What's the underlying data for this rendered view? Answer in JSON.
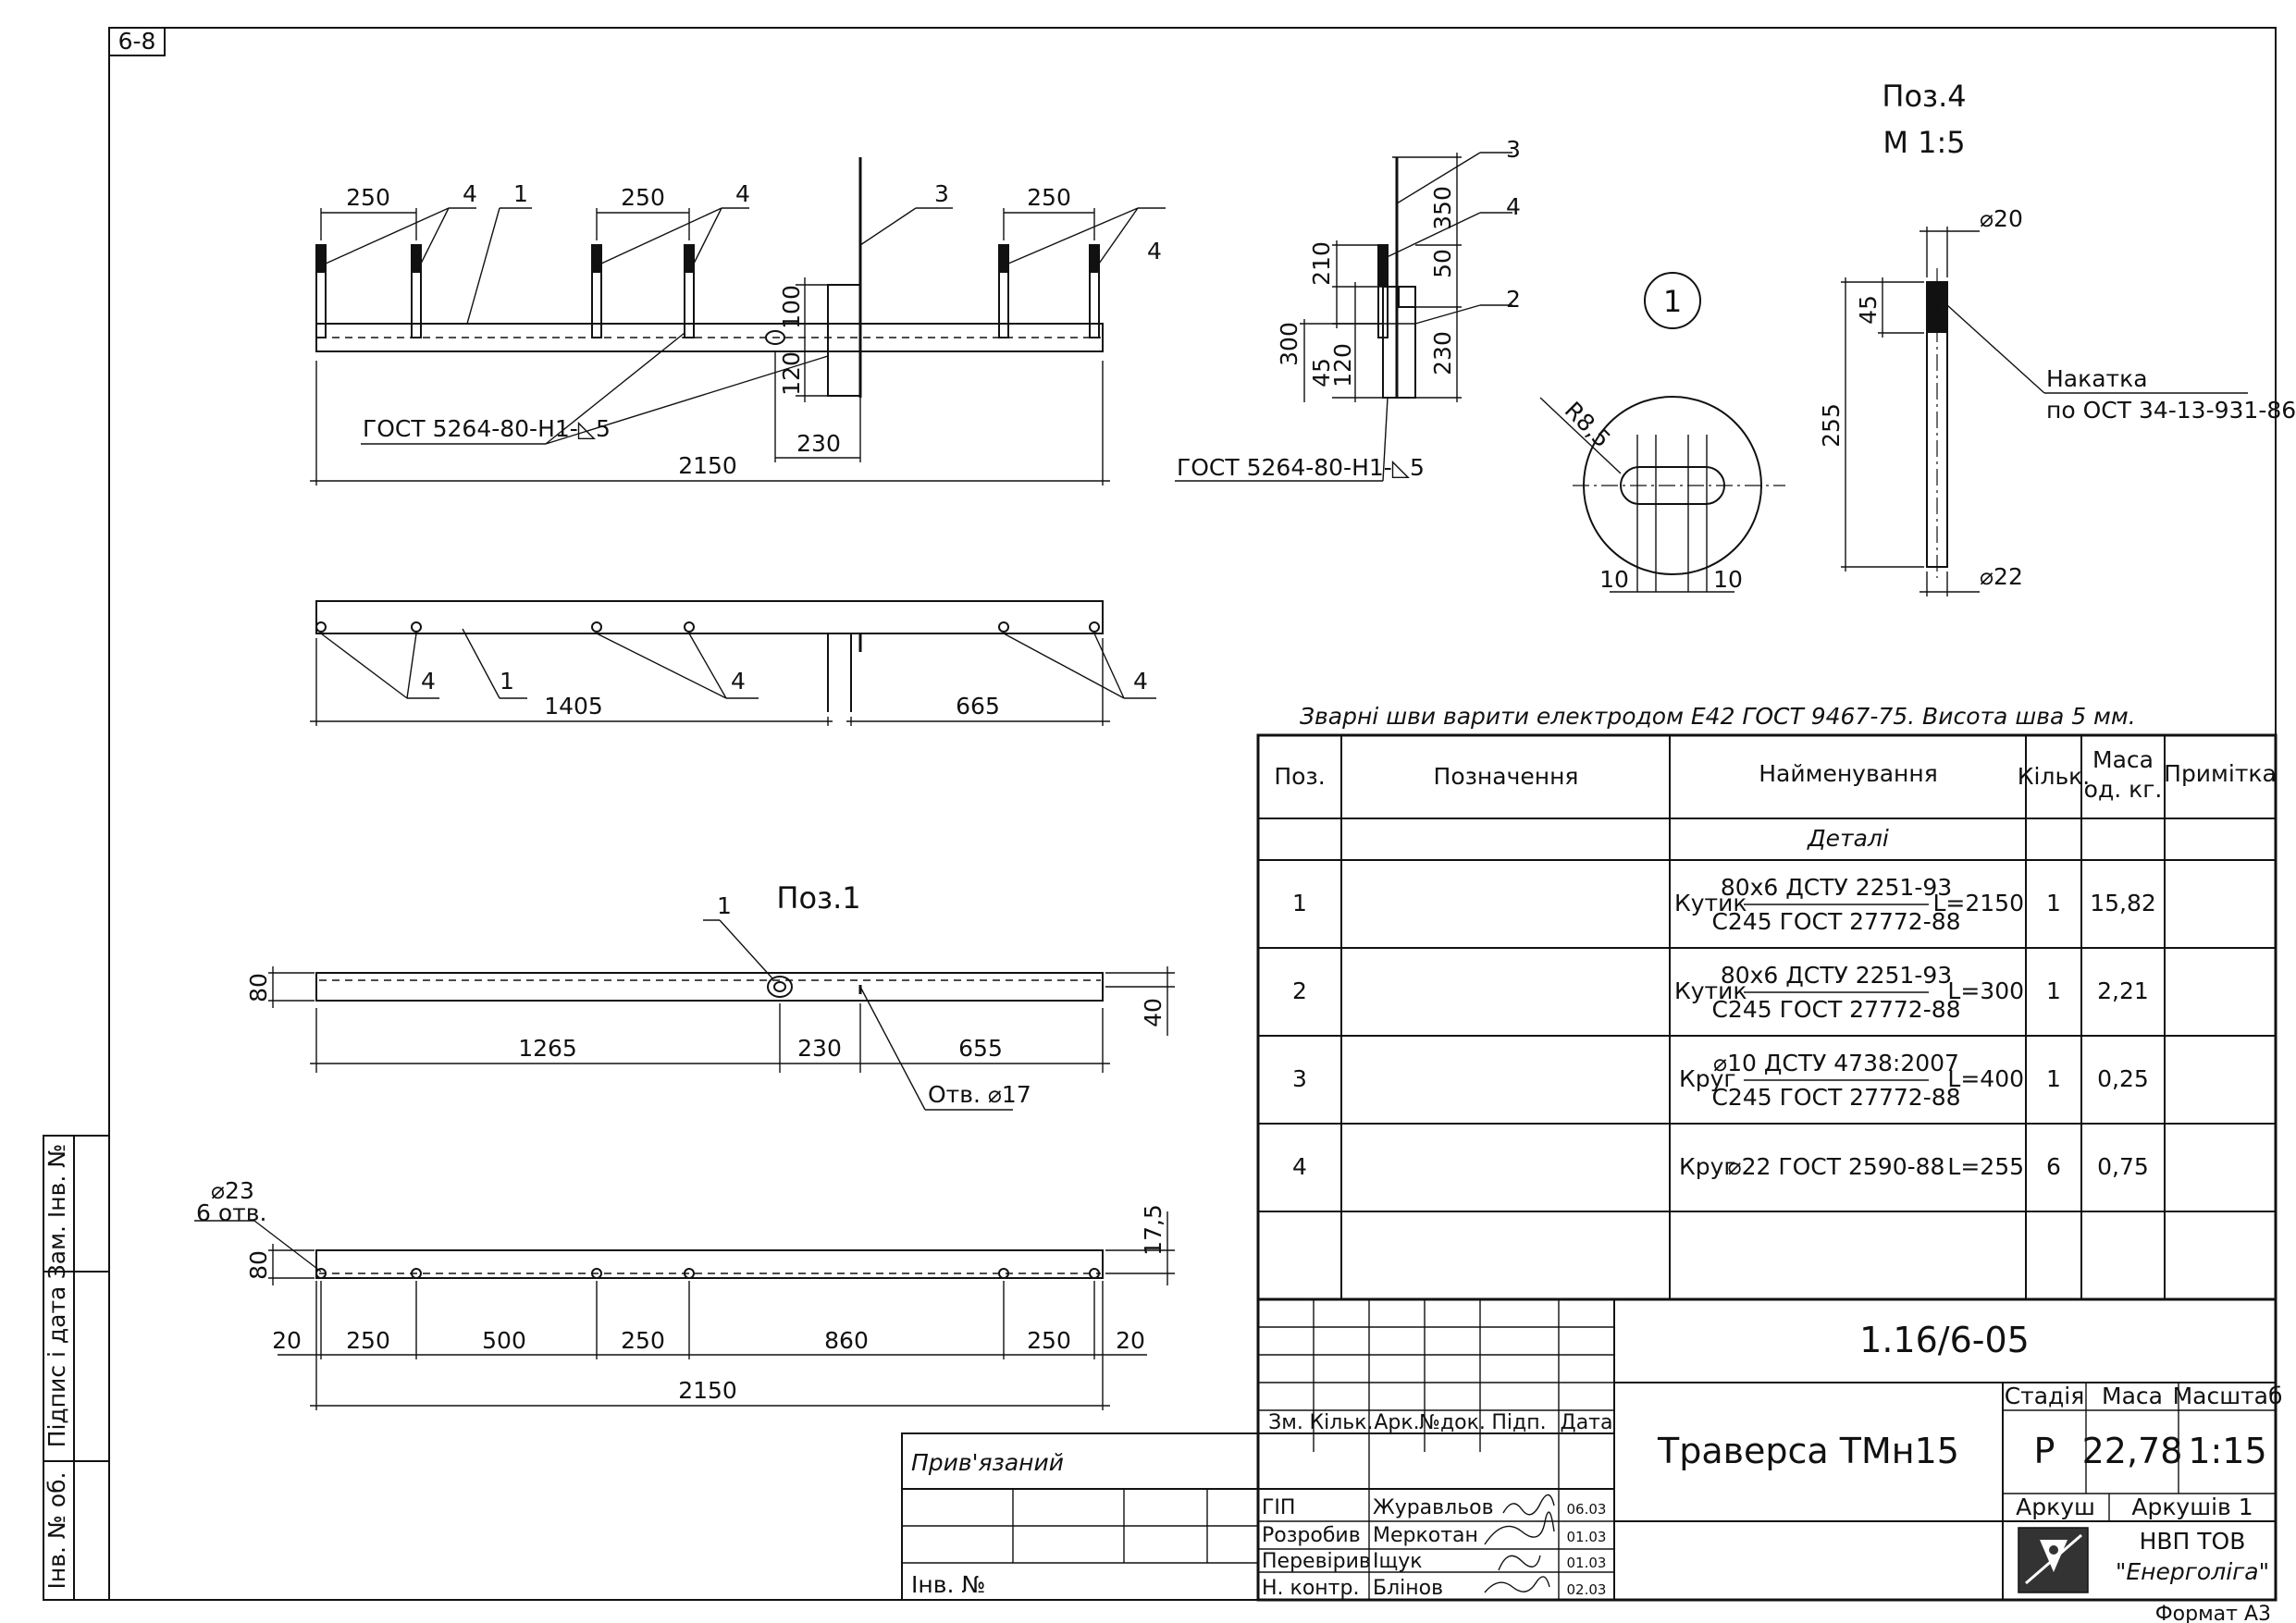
{
  "sheet": {
    "code": "6-8",
    "format_label": "Формат А3",
    "side_labels": [
      "Зам. Інв. №",
      "Підпис і дата",
      "Інв. № об."
    ]
  },
  "view_top": {
    "dims": [
      "250",
      "250",
      "250",
      "2150",
      "230",
      "100",
      "120"
    ],
    "leaders": [
      "4",
      "1",
      "4",
      "3",
      "4"
    ],
    "weld_note": "ГОСТ 5264-80-Н1-◺5"
  },
  "view_side": {
    "dims": [
      "210",
      "300",
      "45",
      "120",
      "350",
      "50",
      "230"
    ],
    "leaders": [
      "3",
      "4",
      "2"
    ],
    "weld_note": "ГОСТ 5264-80-Н1-◺5"
  },
  "detail_1": {
    "circle_label": "1",
    "radius_label": "R8,5",
    "dims": [
      "10",
      "10"
    ]
  },
  "poz4": {
    "title": "Поз.4",
    "scale": "М 1:5",
    "dims": [
      "⌀20",
      "45",
      "255",
      "⌀22"
    ],
    "note_line1": "Накатка",
    "note_line2": "по ОСТ 34-13-931-86"
  },
  "view_plan": {
    "leaders": [
      "4",
      "1",
      "4",
      "4"
    ],
    "dims": [
      "1405",
      "665"
    ]
  },
  "poz1": {
    "title": "Поз.1",
    "leader": "1",
    "dims_top": [
      "80",
      "1265",
      "230",
      "655",
      "40"
    ],
    "hole_note": "Отв. ⌀17",
    "hole_label_1": "⌀23",
    "hole_label_2": "6 отв.",
    "dims_bottom": [
      "80",
      "17,5",
      "20",
      "250",
      "500",
      "250",
      "860",
      "250",
      "20",
      "2150"
    ]
  },
  "weld_requirements": "Зварні шви варити електродом Е42 ГОСТ 9467-75. Висота шва 5 мм.",
  "spec_table": {
    "headers": [
      "Поз.",
      "Позначення",
      "Найменування",
      "Кільк.",
      "Маса од. кг.",
      "Примітка"
    ],
    "header_mass_1": "Маса",
    "header_mass_2": "од. кг.",
    "section": "Деталі",
    "rows": [
      {
        "pos": "1",
        "name": "Кутик",
        "top": "80х6 ДСТУ 2251-93",
        "bottom": "С245 ГОСТ 27772-88",
        "length": "L=2150",
        "qty": "1",
        "mass": "15,82"
      },
      {
        "pos": "2",
        "name": "Кутик",
        "top": "80х6 ДСТУ 2251-93",
        "bottom": "С245 ГОСТ 27772-88",
        "length": "L=300",
        "qty": "1",
        "mass": "2,21"
      },
      {
        "pos": "3",
        "name": "Круг",
        "top": "⌀10 ДСТУ 4738:2007",
        "bottom": "С245 ГОСТ 27772-88",
        "length": "L=400",
        "qty": "1",
        "mass": "0,25"
      },
      {
        "pos": "4",
        "name": "Круг",
        "top": "⌀22 ГОСТ 2590-88",
        "bottom": "",
        "length": "L=255",
        "qty": "6",
        "mass": "0,75"
      }
    ]
  },
  "title_block": {
    "document_code": "1.16/6-05",
    "title": "Траверса ТМн15",
    "change_headers": [
      "Зм.",
      "Кільк.",
      "Арк.",
      "№док.",
      "Підп.",
      "Дата"
    ],
    "stage_label": "Стадія",
    "mass_label": "Маса",
    "scale_label": "Масштаб",
    "stage": "Р",
    "mass": "22,78",
    "scale": "1:15",
    "sheet_label": "Аркуш",
    "sheets_label": "Аркушів 1",
    "company_line1": "НВП ТОВ",
    "company_line2": "\"Енерголіга\"",
    "linked_label": "Прив'язаний",
    "inv_label": "Інв. №",
    "signers": [
      {
        "role": "ГІП",
        "name": "Журавльов",
        "date": "06.03"
      },
      {
        "role": "Розробив",
        "name": "Меркотан",
        "date": "01.03"
      },
      {
        "role": "Перевірив",
        "name": "Іщук",
        "date": "01.03"
      },
      {
        "role": "Н. контр.",
        "name": "Блінов",
        "date": "02.03"
      }
    ]
  }
}
